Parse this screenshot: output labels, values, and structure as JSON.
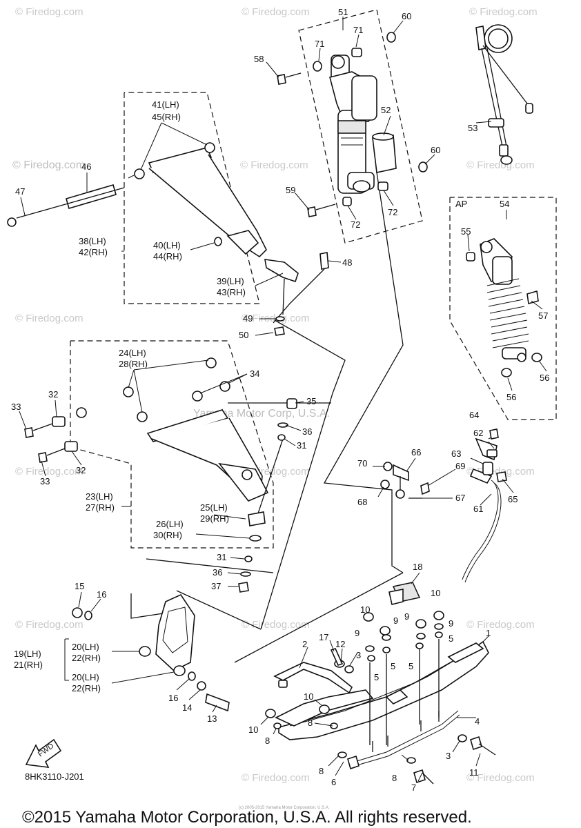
{
  "watermark": {
    "text": "© Firedog.com",
    "mid_text": "Yamaha Motor Corp, U.S.A."
  },
  "diagram_code": "8HK3110-J201",
  "fwd_label": "FWD",
  "footer": "©2015 Yamaha Motor Corporation, U.S.A. All rights reserved.",
  "footer_small": "(c) 2005-2015 Yamaha Motor Corporation, U.S.A.",
  "group_ap": "AP",
  "callouts": {
    "c1": "1",
    "c2": "2",
    "c3a": "3",
    "c3b": "3",
    "c4": "4",
    "c5a": "5",
    "c5b": "5",
    "c5c": "5",
    "c5d": "5",
    "c6": "6",
    "c7": "7",
    "c8a": "8",
    "c8b": "8",
    "c8c": "8",
    "c8d": "8",
    "c9a": "9",
    "c9b": "9",
    "c9c": "9",
    "c9d": "9",
    "c10a": "10",
    "c10b": "10",
    "c10c": "10",
    "c10d": "10",
    "c11": "11",
    "c12": "12",
    "c13": "13",
    "c14": "14",
    "c15": "15",
    "c16a": "16",
    "c16b": "16",
    "c17": "17",
    "c18": "18",
    "c19": "19(LH)",
    "c21": "21(RH)",
    "c20a": "20(LH)",
    "c22a": "22(RH)",
    "c20b": "20(LH)",
    "c22b": "22(RH)",
    "c23": "23(LH)",
    "c27": "27(RH)",
    "c24": "24(LH)",
    "c28": "28(RH)",
    "c25": "25(LH)",
    "c29": "29(RH)",
    "c26": "26(LH)",
    "c30": "30(RH)",
    "c31a": "31",
    "c31b": "31",
    "c32a": "32",
    "c32b": "32",
    "c33a": "33",
    "c33b": "33",
    "c34": "34",
    "c35": "35",
    "c36a": "36",
    "c36b": "36",
    "c37": "37",
    "c38": "38(LH)",
    "c42": "42(RH)",
    "c39": "39(LH)",
    "c43": "43(RH)",
    "c40": "40(LH)",
    "c44": "44(RH)",
    "c41": "41(LH)",
    "c45": "45(RH)",
    "c46": "46",
    "c47": "47",
    "c48": "48",
    "c49": "49",
    "c50": "50",
    "c51": "51",
    "c52": "52",
    "c53": "53",
    "c54": "54",
    "c55": "55",
    "c56a": "56",
    "c56b": "56",
    "c57": "57",
    "c58": "58",
    "c59": "59",
    "c60a": "60",
    "c60b": "60",
    "c61": "61",
    "c62": "62",
    "c63": "63",
    "c64": "64",
    "c65": "65",
    "c66": "66",
    "c67": "67",
    "c68": "68",
    "c69": "69",
    "c70": "70",
    "c71a": "71",
    "c71b": "71",
    "c72a": "72",
    "c72b": "72"
  }
}
